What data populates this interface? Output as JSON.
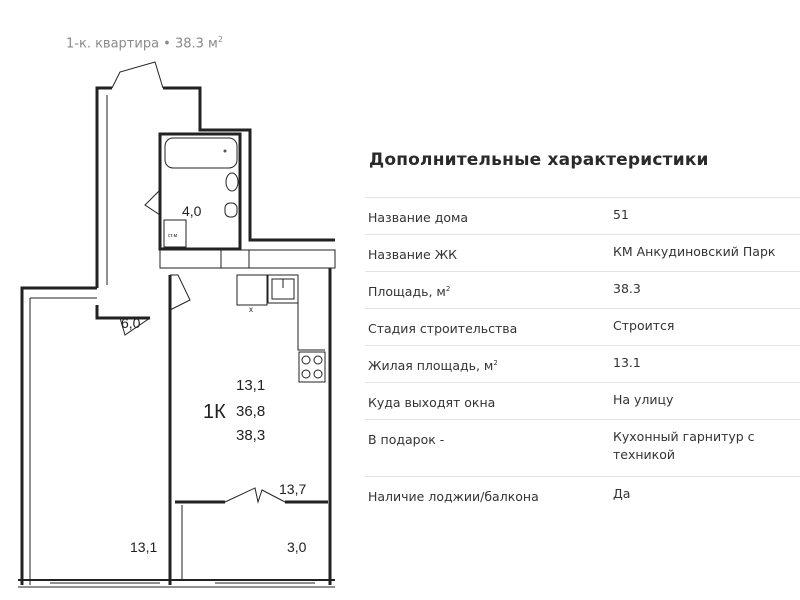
{
  "caption": {
    "text": "1-к. квартира • 38.3 м",
    "sup": "2"
  },
  "plan": {
    "bathroom_area": "4,0",
    "hall_area": "6,0",
    "living_area": "13,1",
    "total_no_balcony": "36,8",
    "total_area": "38,3",
    "type_label": "1К",
    "kitchen_area": "13,7",
    "room_area": "13,1",
    "balcony_area": "3,0",
    "cabinet_label": "ст.м",
    "fridge_label": "х"
  },
  "details": {
    "title": "Дополнительные характеристики",
    "rows": [
      {
        "label": "Название дома",
        "sup": "",
        "value": "51"
      },
      {
        "label": "Название ЖК",
        "sup": "",
        "value": "КМ Анкудиновский Парк"
      },
      {
        "label": "Площадь, м",
        "sup": "2",
        "value": "38.3"
      },
      {
        "label": "Стадия строительства",
        "sup": "",
        "value": "Строится"
      },
      {
        "label": "Жилая площадь, м",
        "sup": "2",
        "value": "13.1"
      },
      {
        "label": "Куда выходят окна",
        "sup": "",
        "value": "На улицу"
      },
      {
        "label": "В подарок -",
        "sup": "",
        "value": "Кухонный гарнитур с техникой"
      },
      {
        "label": "Наличие лоджии/балкона",
        "sup": "",
        "value": "Да"
      }
    ]
  }
}
